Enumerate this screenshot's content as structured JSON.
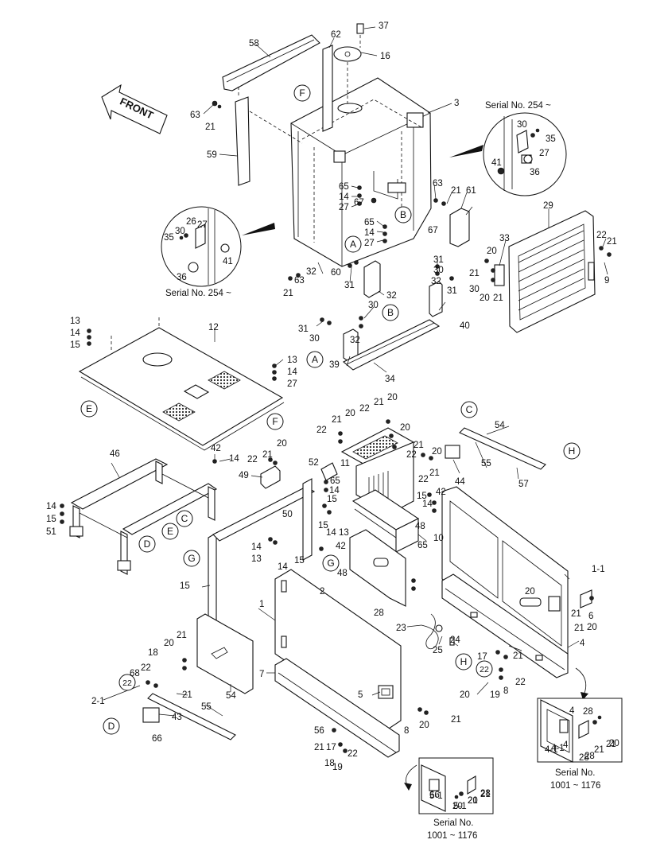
{
  "front_arrow": {
    "label": "FRONT"
  },
  "callouts": [
    {
      "text": "F"
    },
    {
      "text": "B"
    },
    {
      "text": "A"
    },
    {
      "text": "B"
    },
    {
      "text": "A"
    },
    {
      "text": "E"
    },
    {
      "text": "F"
    },
    {
      "text": "C"
    },
    {
      "text": "H"
    },
    {
      "text": "C"
    },
    {
      "text": "E"
    },
    {
      "text": "D"
    },
    {
      "text": "G"
    },
    {
      "text": "G"
    },
    {
      "text": "H"
    },
    {
      "text": "22"
    },
    {
      "text": "D"
    },
    {
      "text": "22"
    }
  ],
  "part_numbers": [
    "58",
    "62",
    "37",
    "16",
    "3",
    "63",
    "21",
    "59",
    "65",
    "14",
    "27",
    "67",
    "63",
    "21",
    "61",
    "67",
    "65",
    "14",
    "27",
    "29",
    "22",
    "21",
    "33",
    "20",
    "21",
    "9",
    "20",
    "21",
    "31",
    "30",
    "32",
    "31",
    "30",
    "32",
    "63",
    "21",
    "60",
    "31",
    "32",
    "30",
    "31",
    "30",
    "32",
    "40",
    "34",
    "39",
    "13",
    "14",
    "15",
    "12",
    "13",
    "14",
    "27",
    "21",
    "20",
    "22",
    "22",
    "21",
    "20",
    "11",
    "22",
    "21",
    "20",
    "54",
    "55",
    "44",
    "22",
    "21",
    "20",
    "57",
    "46",
    "42",
    "14",
    "22",
    "21",
    "20",
    "49",
    "52",
    "65",
    "14",
    "15",
    "50",
    "15",
    "14",
    "13",
    "14",
    "15",
    "42",
    "48",
    "10",
    "65",
    "14",
    "15",
    "51",
    "15",
    "14",
    "13",
    "14",
    "42",
    "15",
    "48",
    "2",
    "1",
    "1-1",
    "20",
    "21",
    "6",
    "28",
    "21",
    "20",
    "23",
    "24",
    "25",
    "4",
    "17",
    "21",
    "22",
    "8",
    "19",
    "18",
    "20",
    "21",
    "22",
    "68",
    "21",
    "54",
    "7",
    "5",
    "2-1",
    "66",
    "43",
    "55",
    "56",
    "17",
    "21",
    "22",
    "18",
    "19",
    "8",
    "20",
    "21",
    "28",
    "4",
    "4-1",
    "28",
    "21",
    "20",
    "66",
    "5-1",
    "20",
    "21",
    "28"
  ],
  "insets": [
    {
      "caption": "Serial No. 254 ~",
      "labels": [
        "30",
        "35",
        "27",
        "41",
        "36"
      ]
    },
    {
      "caption": "Serial No. 254 ~",
      "labels": [
        "26",
        "30",
        "35",
        "27",
        "41",
        "36"
      ]
    },
    {
      "caption_line1": "Serial No.",
      "caption_line2": "1001 ~ 1176",
      "labels": [
        "4",
        "4-1",
        "28",
        "21",
        "20"
      ]
    },
    {
      "caption_line1": "Serial No.",
      "caption_line2": "1001 ~ 1176",
      "labels": [
        "5-1",
        "20",
        "21",
        "28"
      ]
    }
  ]
}
